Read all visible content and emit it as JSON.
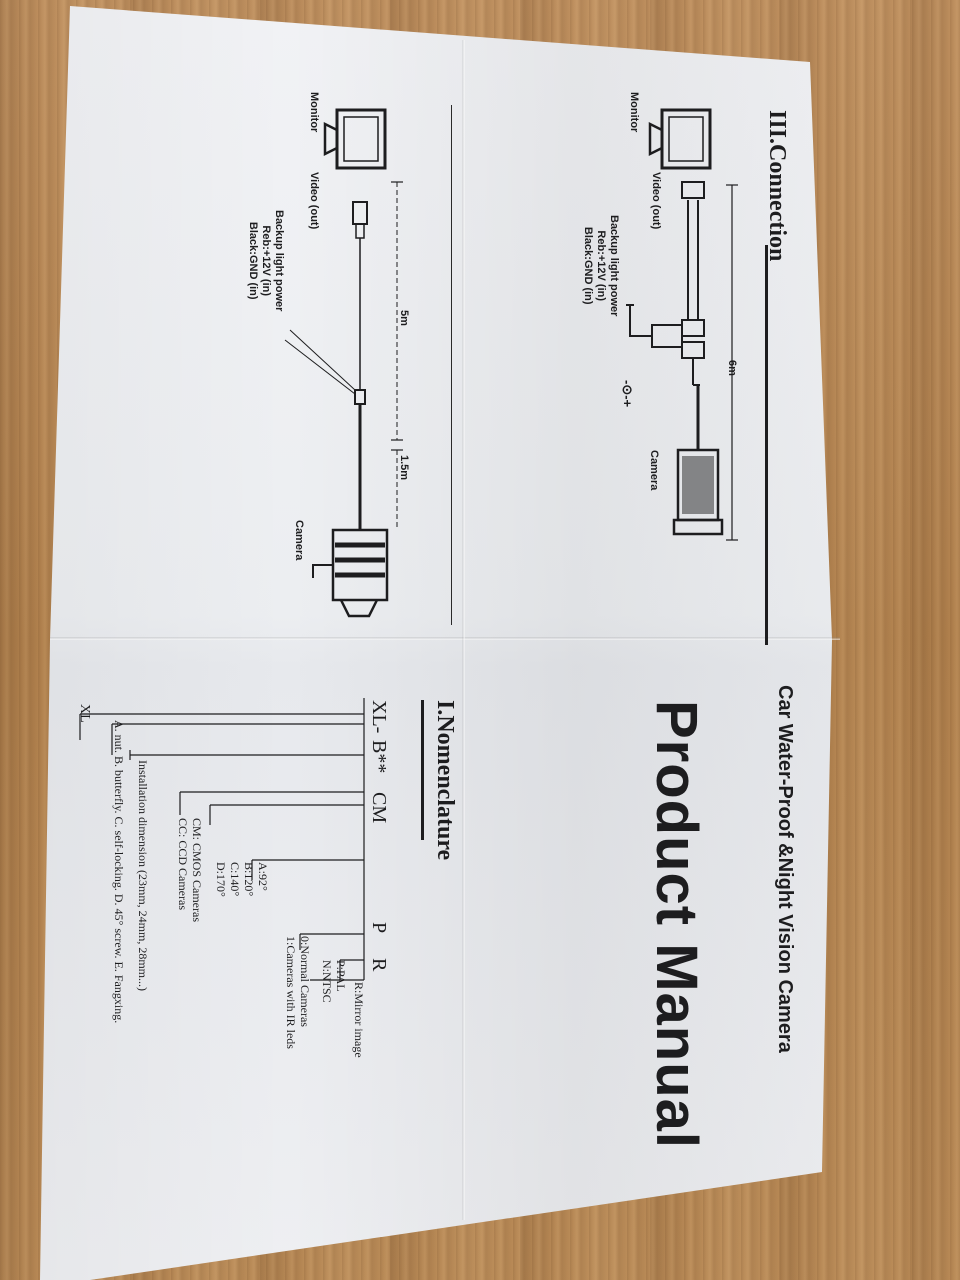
{
  "title": {
    "subtitle": "Car Water-Proof &Night Vision Camera",
    "main": "Product Manual"
  },
  "connection": {
    "heading": "III.Connection",
    "diagram1": {
      "monitor": "Monitor",
      "video": "Video (out)",
      "power_title": "Backup light power",
      "power_red": "Reb:+12V (in)",
      "power_black": "Black:GND (in)",
      "length": "6m",
      "camera": "Camera",
      "dc_symbol": "-⊙-+"
    },
    "diagram2": {
      "monitor": "Monitor",
      "video": "Video (out)",
      "power_title": "Backup light power",
      "power_red": "Reb:+12V (in)",
      "power_black": "Black:GND (in)",
      "length_main": "5m",
      "length_tail": "1.5m",
      "camera": "Camera"
    }
  },
  "nomenclature": {
    "heading": "I.Nomenclature",
    "code_parts": [
      "XL-",
      "B**",
      "CM",
      "P",
      "R"
    ],
    "notes": {
      "mirror": "R:Mirror image",
      "pal": "P:PAL",
      "ntsc": "N:NTSC",
      "normal": "0:Normal Cameras",
      "ir": "1:Cameras with IR leds",
      "angle_a": "A:92°",
      "angle_b": "B:120°",
      "angle_c": "C:140°",
      "angle_d": "D:170°",
      "cmos": "CM: CMOS Cameras",
      "ccd": "CC: CCD Cameras",
      "install": "Installation dimension (23mm, 24mm, 28mm...)",
      "types": "A. nut. B. butterfly. C. self-locking. D. 45° screw. E. Fangxing.",
      "xl": "XL"
    }
  }
}
